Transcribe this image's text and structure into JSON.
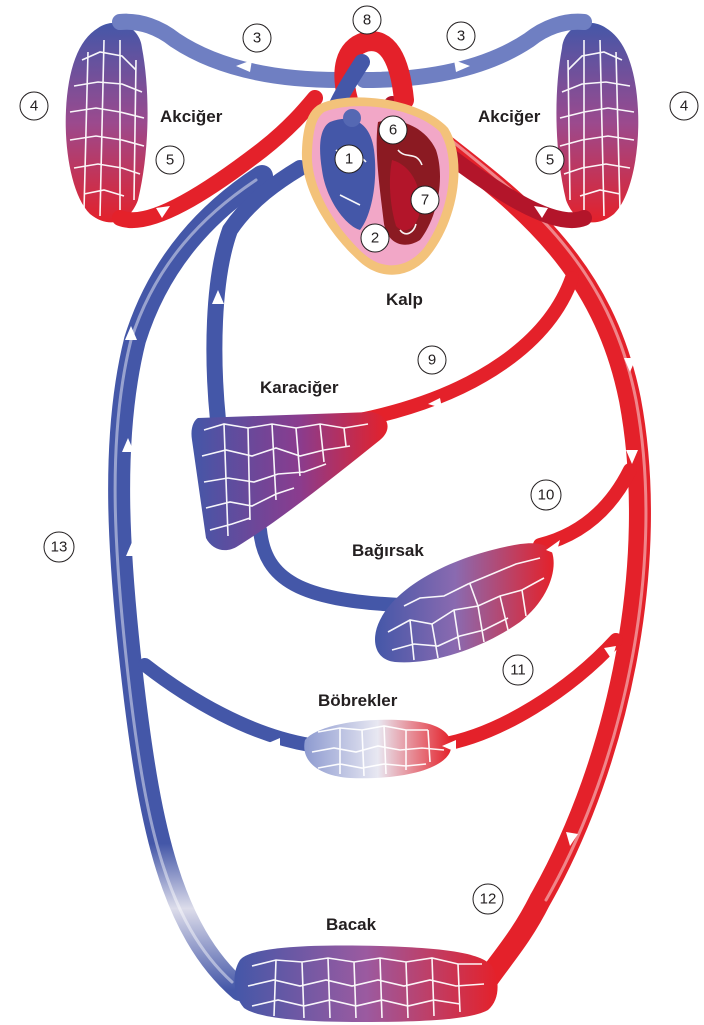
{
  "colors": {
    "artery": "#e4212a",
    "artery_dark": "#b3152a",
    "vein": "#4457a8",
    "vein_light": "#6f7fc2",
    "mixed": "#8a3c8e",
    "heart_outline": "#f3c27a",
    "heart_pink": "#f2a7c7"
  },
  "labels": {
    "lung_left": "Akciğer",
    "lung_right": "Akciğer",
    "heart": "Kalp",
    "liver": "Karaciğer",
    "intestine": "Bağırsak",
    "kidneys": "Böbrekler",
    "leg": "Bacak"
  },
  "numbers": {
    "n1": "1",
    "n2": "2",
    "n3_left": "3",
    "n3_right": "3",
    "n4_left": "4",
    "n4_right": "4",
    "n5_left": "5",
    "n5_right": "5",
    "n6": "6",
    "n7": "7",
    "n8": "8",
    "n9": "9",
    "n10": "10",
    "n11": "11",
    "n12": "12",
    "n13": "13"
  }
}
